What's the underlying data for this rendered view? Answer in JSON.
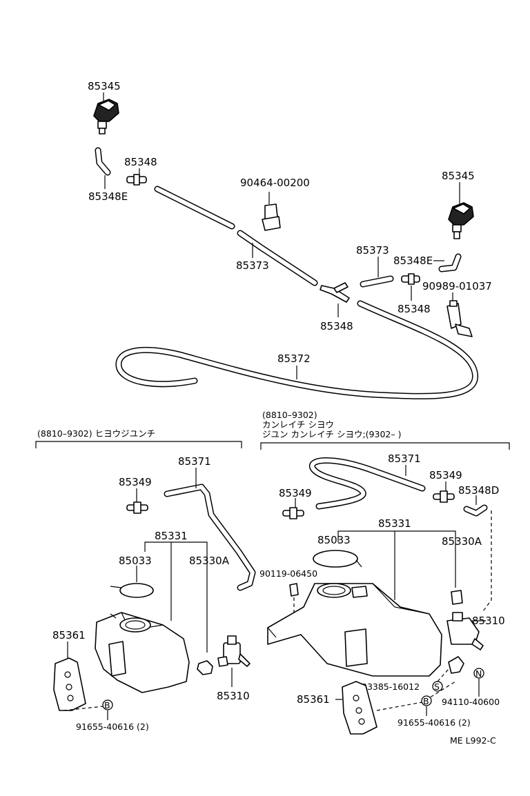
{
  "parts": {
    "nozzle_top": "85345",
    "elbow_top": "85348E",
    "joint_top": "85348",
    "clamp": "90464-00200",
    "hose_mid": "85373",
    "joint_mid": "85348",
    "hose_short": "85373",
    "nozzle_right": "85345",
    "elbow_right": "85348E",
    "joint_right": "85348",
    "clip": "90989-01037",
    "hose_long": "85372"
  },
  "left": {
    "heading": "(8810–9302) ヒヨウジユンチ",
    "hose": "85371",
    "valve": "85349",
    "tank": "85331",
    "cap": "85033",
    "grommet": "85330A",
    "bracket": "85361",
    "pump": "85310",
    "bolt": "91655-40616 (2)",
    "bolt_mark": "B"
  },
  "right": {
    "heading1": "(8810–9302)",
    "heading2": "カンレイチ シヨウ",
    "heading3": "ジユン カンレイチ シヨウ;(9302–          )",
    "hose": "85371",
    "valve_a": "85349",
    "valve_b": "85349",
    "elbow": "85348D",
    "tank": "85331",
    "cap": "85033",
    "grommet": "85330A",
    "screw": "90119-06450",
    "pump": "85310",
    "collar": "93385-16012",
    "collar_mark": "S",
    "nut": "94110-40600",
    "nut_mark": "N",
    "bracket": "85361",
    "bolt": "91655-40616 (2)",
    "bolt_mark": "B"
  },
  "footer": {
    "code": "ME  L992-C"
  }
}
